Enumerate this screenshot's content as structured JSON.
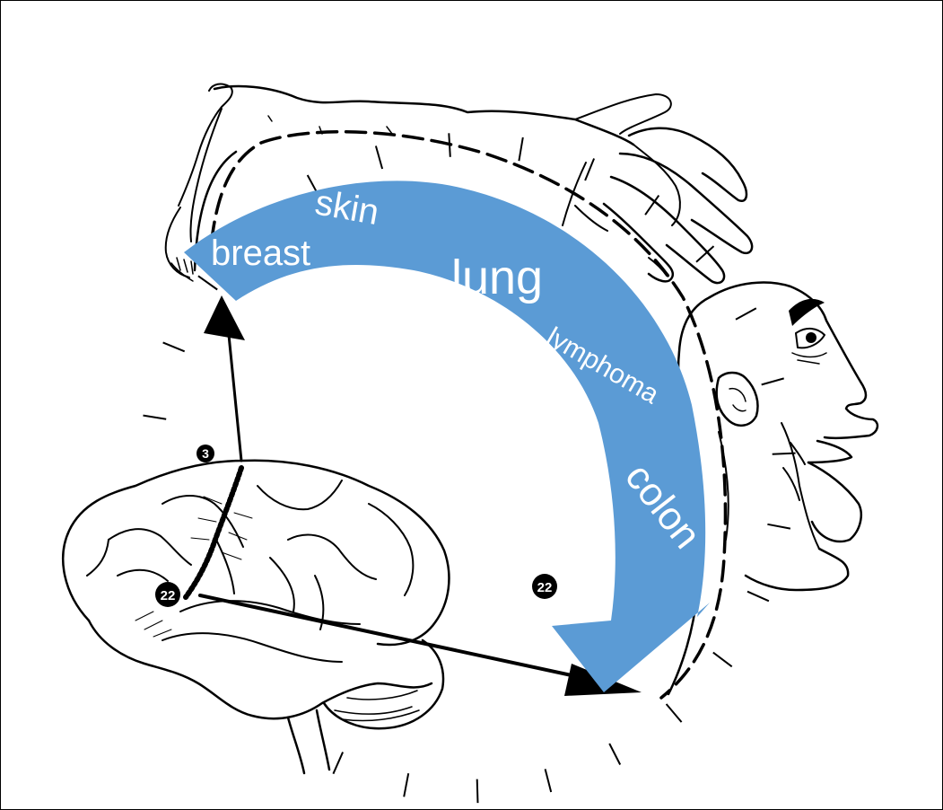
{
  "arrow_labels": {
    "breast": "breast",
    "skin": "skin",
    "lung": "lung",
    "lymphoma": "lymphoma",
    "colon": "colon"
  },
  "markers": {
    "upper": "3",
    "left": "22",
    "right": "22"
  },
  "colors": {
    "arrow_fill": "#5b9bd5",
    "label_text": "#ffffff",
    "line_art": "#000000",
    "background": "#ffffff"
  },
  "illustration": {
    "figures": [
      "brain-outline",
      "homunculus-figure",
      "face-profile",
      "hand-figure"
    ]
  }
}
